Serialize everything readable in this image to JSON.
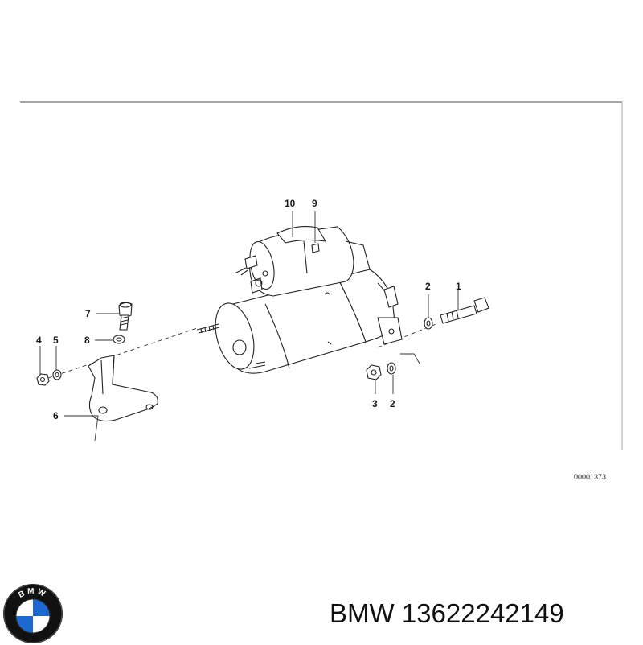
{
  "diagram": {
    "reference_code": "00001373",
    "callouts": [
      {
        "id": "c1",
        "label": "1"
      },
      {
        "id": "c2a",
        "label": "2"
      },
      {
        "id": "c2b",
        "label": "2"
      },
      {
        "id": "c3",
        "label": "3"
      },
      {
        "id": "c4",
        "label": "4"
      },
      {
        "id": "c5",
        "label": "5"
      },
      {
        "id": "c6",
        "label": "6"
      },
      {
        "id": "c7",
        "label": "7"
      },
      {
        "id": "c8",
        "label": "8"
      },
      {
        "id": "c9",
        "label": "9"
      },
      {
        "id": "c10",
        "label": "10"
      }
    ]
  },
  "footer": {
    "brand": "BMW",
    "part_number": "13622242149",
    "logo_letters": "BMW",
    "logo_icon": "bmw-roundel-icon",
    "colors": {
      "logo_blue": "#1c69d4",
      "logo_ring": "#111111"
    }
  }
}
